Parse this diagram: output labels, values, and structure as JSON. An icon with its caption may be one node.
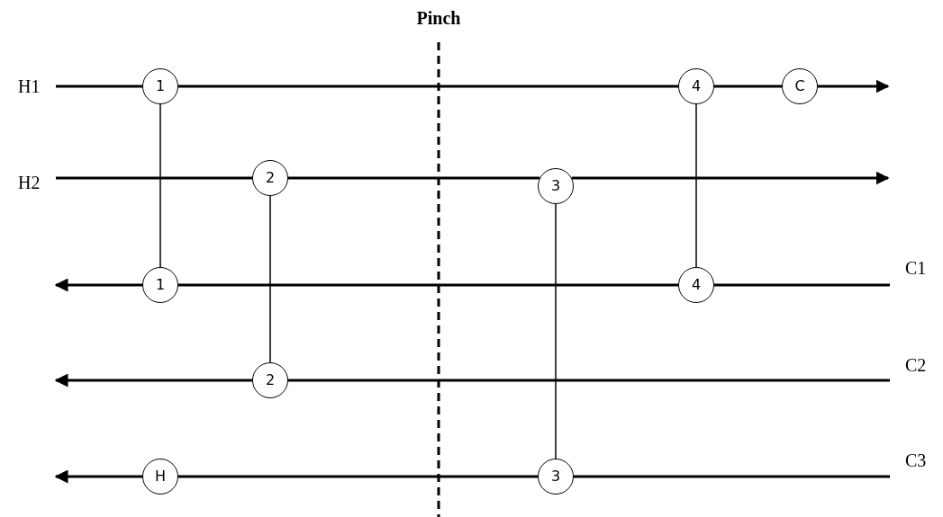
{
  "diagram": {
    "nodes": [
      {
        "text": [
          "1"
        ]
      },
      {
        "text": [
          "4"
        ]
      },
      {
        "text": [
          "C"
        ]
      },
      {
        "text": [
          "2"
        ]
      },
      {
        "text": [
          "3"
        ]
      },
      {
        "text": [
          "1"
        ]
      },
      {
        "text": [
          "4"
        ]
      },
      {
        "text": [
          "2"
        ]
      },
      {
        "text": [
          "H"
        ]
      },
      {
        "text": [
          "3"
        ]
      }
    ],
    "edges": [
      {
        "from": null,
        "to": 0,
        "arrow": "none"
      },
      {
        "from": 0,
        "to": 1,
        "arrow": "none"
      },
      {
        "from": 1,
        "to": 2,
        "arrow": "none"
      },
      {
        "from": 2,
        "to": null,
        "arrow": "to"
      },
      {
        "from": null,
        "to": 3,
        "arrow": "none"
      },
      {
        "from": 3,
        "to": 4,
        "arrow": "none"
      },
      {
        "from": 4,
        "to": null,
        "arrow": "to"
      },
      {
        "from": null,
        "to": 6,
        "arrow": "none"
      },
      {
        "from": 6,
        "to": 5,
        "arrow": "none"
      },
      {
        "from": 5,
        "to": null,
        "arrow": "to"
      },
      {
        "from": null,
        "to": 7,
        "arrow": "none"
      },
      {
        "from": 7,
        "to": null,
        "arrow": "to"
      },
      {
        "from": null,
        "to": 9,
        "arrow": "none"
      },
      {
        "from": 9,
        "to": 8,
        "arrow": "none"
      },
      {
        "from": 8,
        "to": null,
        "arrow": "to"
      },
      {
        "from": 0,
        "to": 5,
        "arrow": "none"
      },
      {
        "from": 3,
        "to": 7,
        "arrow": "none"
      },
      {
        "from": 4,
        "to": 9,
        "arrow": "none"
      },
      {
        "from": 1,
        "to": 6,
        "arrow": "none"
      }
    ],
    "labels": [
      "Pinch",
      "H1",
      "H2",
      "C1",
      "C2",
      "C3"
    ]
  }
}
